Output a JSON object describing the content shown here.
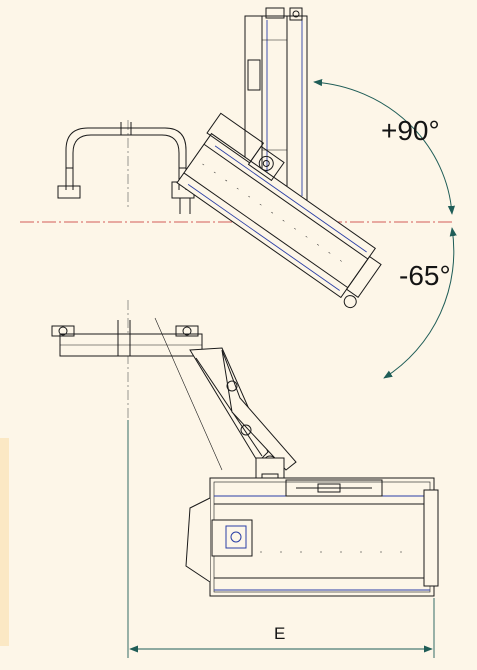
{
  "labels": {
    "angle_up": "+90°",
    "angle_down": "-65°",
    "dimension_e": "E"
  },
  "colors": {
    "background": "#fdf6e8",
    "outline": "#1a1a1a",
    "dim_line": "#1f5d57",
    "centre_line": "#c62a2a",
    "blue_detail": "#2b3fa6",
    "side_strip": "#fbe8c4"
  }
}
